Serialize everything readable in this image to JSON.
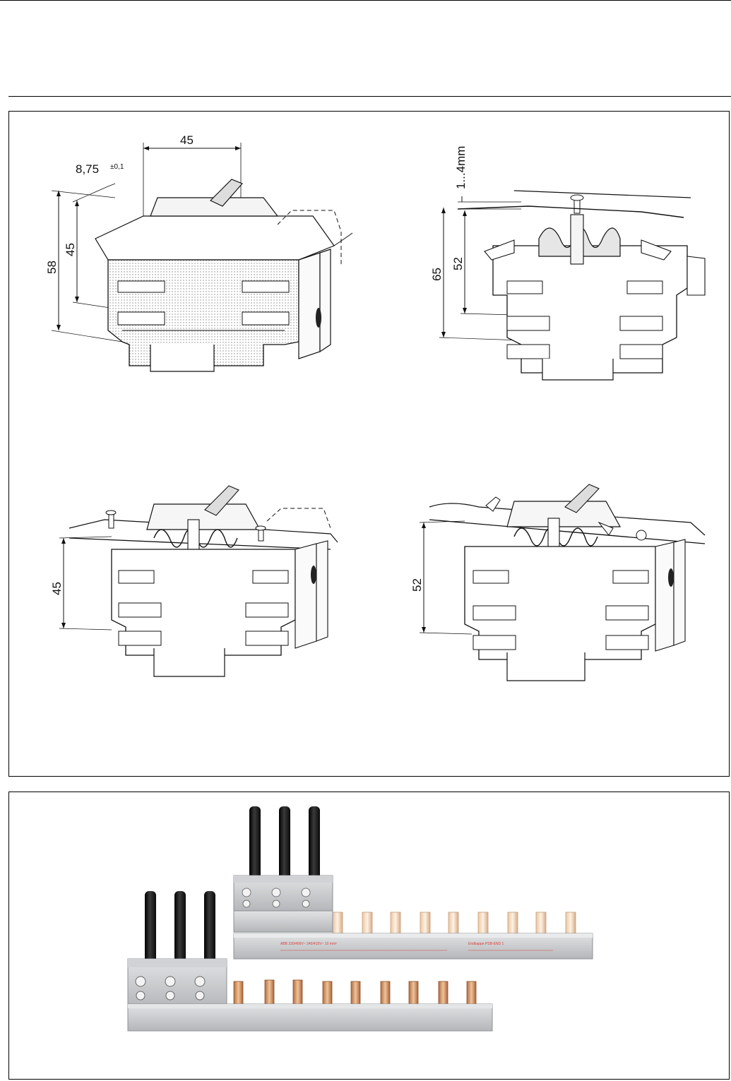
{
  "diagrams": {
    "top_left": {
      "dim_width": "45",
      "dim_offset": "8,75",
      "dim_offset_tol": "±0,1",
      "dim_height_outer": "58",
      "dim_height_inner": "45"
    },
    "top_right": {
      "dim_thickness": "1...4mm",
      "dim_height_outer": "65",
      "dim_height_inner": "52"
    },
    "bottom_left": {
      "dim_height": "45"
    },
    "bottom_right": {
      "dim_height": "52"
    }
  },
  "photo": {
    "rear_busbar_label_1": "ABB  230/400V~  240/415V~  10 mm²",
    "rear_busbar_label_2": "Endkappe PSB-END 1"
  },
  "colors": {
    "line": "#111111",
    "stipple": "#d8d8d8",
    "busbar_grey": "#c8cacc",
    "copper": "#c98a5a",
    "pin_black": "#1a1a1a"
  }
}
